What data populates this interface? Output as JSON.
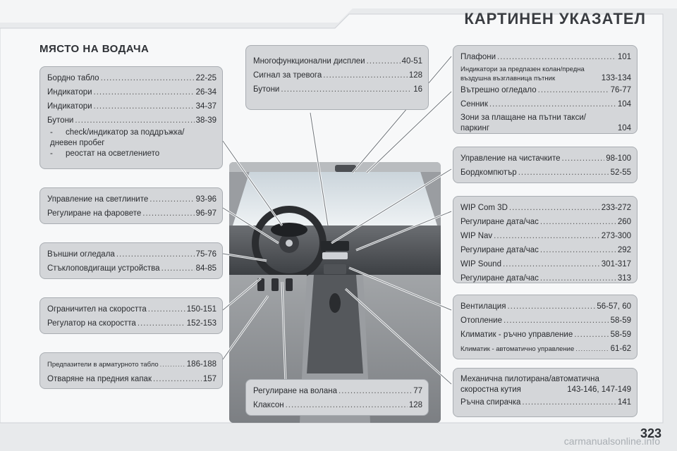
{
  "header": {
    "title": "КАРТИНЕН УКАЗАТЕЛ"
  },
  "section": {
    "title": "МЯСТО НА ВОДАЧА"
  },
  "boxes": {
    "b1": {
      "rows": [
        {
          "label": "Бордно табло",
          "page": "22-25"
        },
        {
          "label": "Индикатори",
          "page": "26-34"
        },
        {
          "label": "Индикатори",
          "page": "34-37"
        },
        {
          "label": "Бутони",
          "page": "38-39"
        }
      ],
      "sub1_line1": "check/индикатор за поддръжка/",
      "sub1_line2": "дневен пробег",
      "sub2": "реостат на осветлението",
      "dash": "-"
    },
    "b2": {
      "rows": [
        {
          "label": "Управление на светлините",
          "page": "93-96"
        },
        {
          "label": "Регулиране на фаровете",
          "page": "96-97"
        }
      ]
    },
    "b3": {
      "rows": [
        {
          "label": "Външни огледала",
          "page": "75-76"
        },
        {
          "label": "Стъклоповдигащи устройства",
          "page": "84-85"
        }
      ]
    },
    "b4": {
      "rows": [
        {
          "label": "Ограничител на скоростта",
          "page": "150-151"
        },
        {
          "label": "Регулатор на скоростта",
          "page": "152-153"
        }
      ]
    },
    "b5": {
      "rows": [
        {
          "label": "Предпазители в арматурното табло",
          "page": "186-188"
        },
        {
          "label": "Отваряне на предния капак",
          "page": "157"
        }
      ]
    },
    "b6": {
      "rows": [
        {
          "label": "Многофункционални дисплеи",
          "page": "40-51"
        },
        {
          "label": "Сигнал за тревога",
          "page": "128"
        },
        {
          "label": "Бутони",
          "page": "16"
        }
      ]
    },
    "b7": {
      "rows": [
        {
          "label": "Регулиране на волана",
          "page": "77"
        },
        {
          "label": "Клаксон",
          "page": "128"
        }
      ]
    },
    "b8": {
      "row1": {
        "label": "Плафони",
        "page": "101"
      },
      "small_line1": "Индикатори за предпазен колан/предна",
      "small_line2": "въздушна възглавница пътник",
      "small_page": "133-134",
      "row2": {
        "label": "Вътрешно огледало",
        "page": "76-77"
      },
      "row3": {
        "label": "Сенник",
        "page": "104"
      },
      "ml_line1": "Зони за плащане на пътни такси/",
      "ml_line2": "паркинг",
      "ml_page": "104"
    },
    "b9": {
      "rows": [
        {
          "label": "Управление на чистачките",
          "page": "98-100"
        },
        {
          "label": "Бордкомпютър",
          "page": "52-55"
        }
      ]
    },
    "b10": {
      "rows": [
        {
          "label": "WIP Com 3D",
          "page": "233-272"
        },
        {
          "label": "Регулиране дата/час",
          "page": "260"
        },
        {
          "label": "WIP Nav",
          "page": "273-300"
        },
        {
          "label": "Регулиране дата/час",
          "page": "292"
        },
        {
          "label": "WIP Sound",
          "page": "301-317"
        },
        {
          "label": "Регулиране дата/час",
          "page": "313"
        }
      ]
    },
    "b11": {
      "rows": [
        {
          "label": "Вентилация",
          "page": "56-57, 60"
        },
        {
          "label": "Отопление",
          "page": "58-59"
        },
        {
          "label": "Климатик - ръчно управление",
          "page": "58-59"
        },
        {
          "label": "Климатик - автоматично управление",
          "page": "61-62"
        }
      ]
    },
    "b12": {
      "ml_line1": "Механична пилотирана/автоматична",
      "ml_line2": "скоростна кутия",
      "ml_page": "143-146, 147-149",
      "row": {
        "label": "Ръчна спирачка",
        "page": "141"
      }
    }
  },
  "footer": {
    "page_number": "323",
    "watermark": "carmanualsonline.info"
  }
}
